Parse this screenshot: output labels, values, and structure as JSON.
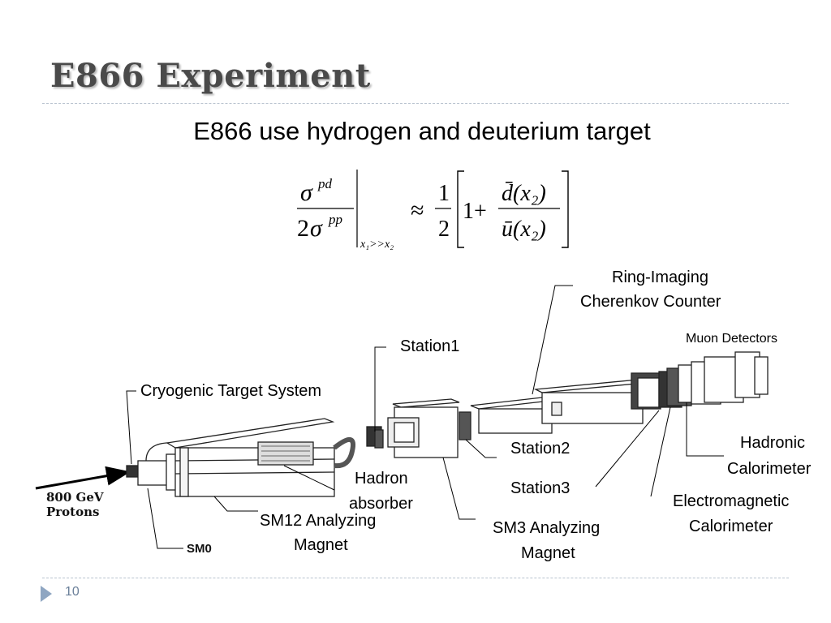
{
  "slide": {
    "title": "E866 Experiment",
    "subtitle": "E866 use hydrogen and deuterium target",
    "page_number": "10"
  },
  "formula": {
    "lhs_numerator": "σ",
    "lhs_numerator_sup": "pd",
    "lhs_denominator_coef": "2",
    "lhs_denominator": "σ",
    "lhs_denominator_sup": "pp",
    "condition": "x₁>>x₂",
    "approx": "≈",
    "half_num": "1",
    "half_den": "2",
    "one_plus": "1+",
    "ratio_num": "d̄(x₂)",
    "ratio_den": "ū(x₂)"
  },
  "diagram": {
    "labels": {
      "rich_line1": "Ring-Imaging",
      "rich_line2": "Cherenkov Counter",
      "muon_detectors": "Muon Detectors",
      "station1": "Station1",
      "cryo_target": "Cryogenic Target System",
      "hadronic_line1": "Hadronic",
      "hadronic_line2": "Calorimeter",
      "station2": "Station2",
      "hadron_abs_line1": "Hadron",
      "hadron_abs_line2": "absorber",
      "station3": "Station3",
      "protons_line1": "800 GeV",
      "protons_line2": "Protons",
      "sm12_line1": "SM12 Analyzing",
      "sm12_line2": "Magnet",
      "em_line1": "Electromagnetic",
      "em_line2": "Calorimeter",
      "sm3_line1": "SM3 Analyzing",
      "sm3_line2": "Magnet",
      "sm0": "SM0"
    }
  },
  "colors": {
    "title_text": "#4a4a4a",
    "rule": "#b9c3cf",
    "footer_accent": "#8fa6c2"
  }
}
